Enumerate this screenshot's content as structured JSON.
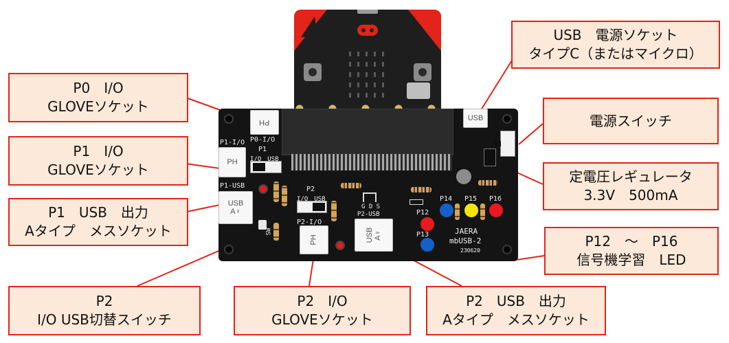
{
  "colors": {
    "callout_fill": "#fde9d9",
    "callout_border": "#e2241a",
    "leader_line": "#e2241a",
    "board": "#141414",
    "microbit_accent": "#e2241a",
    "led_red": "#e8191f",
    "led_blue": "#1560c8",
    "led_yellow": "#f5e40a"
  },
  "callouts": {
    "p0": {
      "lines": [
        "P0　I/O",
        "GLOVEソケット"
      ]
    },
    "p1_glove": {
      "lines": [
        "P1　I/O",
        "GLOVEソケット"
      ]
    },
    "p1_usb": {
      "lines": [
        "P1　USB　出力",
        "Aタイプ　メスソケット"
      ]
    },
    "p2_switch": {
      "lines": [
        "P2",
        "I/O USB切替スイッチ"
      ]
    },
    "p2_glove": {
      "lines": [
        "P2　I/O",
        "GLOVEソケット"
      ]
    },
    "p2_usb": {
      "lines": [
        "P2　USB　出力",
        "Aタイプ　メスソケット"
      ]
    },
    "usb_power": {
      "lines": [
        "USB　電源ソケット",
        "タイプC（またはマイクロ）"
      ]
    },
    "power_switch": {
      "lines": [
        "電源スイッチ"
      ]
    },
    "regulator": {
      "lines": [
        "定電圧レギュレータ",
        "3.3V　500mA"
      ]
    },
    "leds": {
      "lines": [
        "P12　～　P16",
        "信号機学習　LED"
      ]
    }
  },
  "board": {
    "model_line1": "JAERA",
    "model_line2": "mbUSB-2",
    "date_code": "230620",
    "silk": {
      "p0_io": "P0-I/O",
      "p1_io": "P1-I/O",
      "p1": "P1",
      "p1_usb": "P1-USB",
      "io_usb_p1": "I/O　USB",
      "p2": "P2",
      "io_usb_p2": "I/O　USB",
      "p2_io": "P2-I/O",
      "p2_usb": "P2-USB",
      "gds": "G D S",
      "p12": "P12",
      "p13": "P13",
      "p14": "P14",
      "p15": "P15",
      "p16": "P16",
      "sw": "SW",
      "ph_p0": "PH",
      "ph_p1": "PH",
      "ph_p2": "PH",
      "usb_a_p1": "USB A♀",
      "usb_a_p2": "USB A♀",
      "usb_c": "USB"
    }
  }
}
